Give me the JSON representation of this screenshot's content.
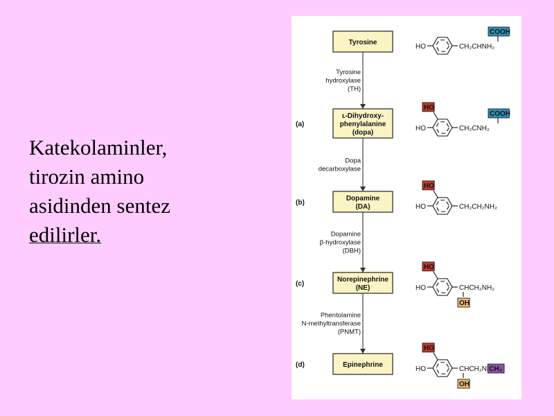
{
  "slide_text": {
    "line1": "Katekolaminler,",
    "line2": "tirozin amino",
    "line3": "asidinden sentez",
    "line4": "edilirler. "
  },
  "pathway": {
    "steps": [
      {
        "label": "",
        "name_lines": [
          "Tyrosine"
        ],
        "ho_highlight": false,
        "ho2": "",
        "ring_text": "HO",
        "side_chain": "CH₂CHNH₂",
        "highlight_top": "COOH",
        "highlight_top_color": "#2e8fb5",
        "highlight_bottom": "",
        "highlight_bottom_color": "",
        "tail_highlight": "",
        "tail_color": ""
      },
      {
        "label": "(a)",
        "name_lines": [
          "ʟ-Dihydroxy-",
          "phenylalanine",
          "(dopa)"
        ],
        "ho_highlight": true,
        "ho2": "HO",
        "ring_text": "HO",
        "side_chain": "CH₂CNH₂",
        "highlight_top": "COOH",
        "highlight_top_color": "#2e8fb5",
        "highlight_bottom": "",
        "highlight_bottom_color": "",
        "tail_highlight": "",
        "tail_color": ""
      },
      {
        "label": "(b)",
        "name_lines": [
          "Dopamine",
          "(DA)"
        ],
        "ho_highlight": true,
        "ho2": "HO",
        "ring_text": "HO",
        "side_chain": "CH₂CH₂NH₂",
        "highlight_top": "",
        "highlight_top_color": "",
        "highlight_bottom": "",
        "highlight_bottom_color": "",
        "tail_highlight": "",
        "tail_color": ""
      },
      {
        "label": "(c)",
        "name_lines": [
          "Norepinephrine",
          "(NE)"
        ],
        "ho_highlight": true,
        "ho2": "HO",
        "ring_text": "HO",
        "side_chain": "CHCH₂NH₂",
        "highlight_top": "",
        "highlight_top_color": "",
        "highlight_bottom": "OH",
        "highlight_bottom_color": "#e8b86a",
        "tail_highlight": "",
        "tail_color": ""
      },
      {
        "label": "(d)",
        "name_lines": [
          "Epinephrine"
        ],
        "ho_highlight": true,
        "ho2": "HO",
        "ring_text": "HO",
        "side_chain": "CHCH₂NH",
        "highlight_top": "",
        "highlight_top_color": "",
        "highlight_bottom": "OH",
        "highlight_bottom_color": "#e8b86a",
        "tail_highlight": "CH₃",
        "tail_color": "#8b55a8"
      }
    ],
    "enzymes": [
      [
        "Tyrosine",
        "hydroxylase",
        "(TH)"
      ],
      [
        "Dopa",
        "decarboxylase"
      ],
      [
        "Dopamine",
        "β-hydroxylase",
        "(DBH)"
      ],
      [
        "Phentolamine",
        "N-methyltransferase",
        "(PNMT)"
      ]
    ],
    "colors": {
      "box_fill": "#fbf4c4",
      "ho_red": "#c0392b"
    }
  }
}
